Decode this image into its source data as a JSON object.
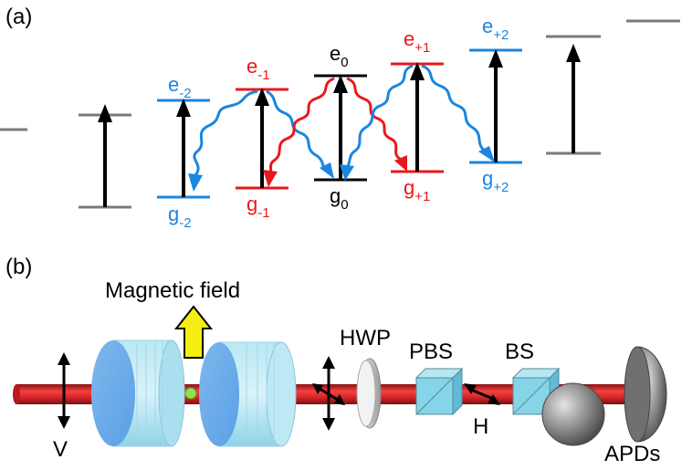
{
  "panel_a": {
    "label": "(a)",
    "colors": {
      "black": "#000000",
      "red": "#e8191c",
      "blue": "#1a86e0",
      "gray": "#7a7a7a"
    },
    "levels": {
      "e_m2": {
        "base": "e",
        "sub": "-2"
      },
      "e_m1": {
        "base": "e",
        "sub": "-1"
      },
      "e_0": {
        "base": "e",
        "sub": "0"
      },
      "e_p1": {
        "base": "e",
        "sub": "+1"
      },
      "e_p2": {
        "base": "e",
        "sub": "+2"
      },
      "g_m2": {
        "base": "g",
        "sub": "-2"
      },
      "g_m1": {
        "base": "g",
        "sub": "-1"
      },
      "g_0": {
        "base": "g",
        "sub": "0"
      },
      "g_p1": {
        "base": "g",
        "sub": "+1"
      },
      "g_p2": {
        "base": "g",
        "sub": "+2"
      }
    }
  },
  "panel_b": {
    "label": "(b)",
    "magnetic_field": "Magnetic field",
    "hwp": "HWP",
    "pbs": "PBS",
    "bs": "BS",
    "polarization_v": "V",
    "polarization_h": "H",
    "detectors": "APDs",
    "colors": {
      "beam": "#d8262b",
      "arrow_fill": "#f5ee12",
      "cube": "#7fd2e6",
      "mirror": "#3cb6e3"
    }
  }
}
